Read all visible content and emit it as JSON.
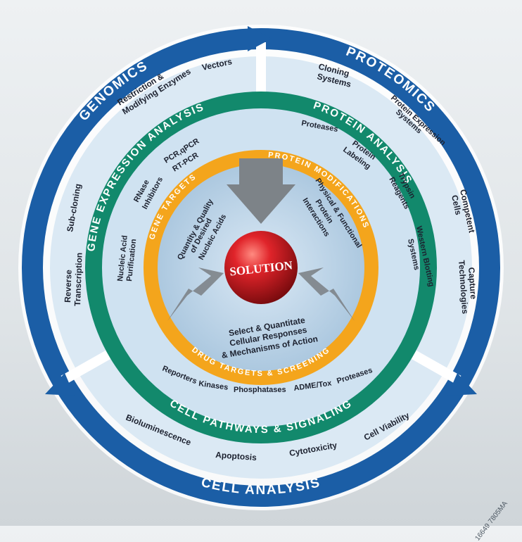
{
  "center": {
    "label": "SOLUTION"
  },
  "outer_ring": [
    {
      "label": "GENOMICS",
      "color": "#1b5ea6"
    },
    {
      "label": "PROTEOMICS",
      "color": "#1b5ea6"
    },
    {
      "label": "CELL ANALYSIS",
      "color": "#1b5ea6"
    }
  ],
  "middle_ring": [
    {
      "label": "GENE EXPRESSION ANALYSIS",
      "color": "#12896c"
    },
    {
      "label": "PROTEIN ANALYSIS",
      "color": "#12896c"
    },
    {
      "label": "CELL PATHWAYS & SIGNALING",
      "color": "#12896c"
    }
  ],
  "inner_ring": [
    {
      "label": "GENE TARGETS",
      "color": "#f4a51c"
    },
    {
      "label": "PROTEIN MODIFICATIONS",
      "color": "#f4a51c"
    },
    {
      "label": "DRUG TARGETS & SCREENING",
      "color": "#f4a51c"
    }
  ],
  "genomics_items": [
    "Vectors",
    "Restriction &",
    "Modifying Enzymes",
    "Sub-cloning",
    "Reverse",
    "Transcription"
  ],
  "gene_expression_items": [
    "PCR,qPCR",
    "RT-PCR",
    "RNase",
    "Inhibitors",
    "Nucleic Acid",
    "Purification"
  ],
  "gene_targets_text": [
    "Quantity & Quality",
    "of Desired",
    "Nucleic Acids"
  ],
  "proteomics_items": [
    "Cloning",
    "Systems",
    "Protein Expression",
    "Systems",
    "Competent",
    "Cells",
    "Capture",
    "Technologies"
  ],
  "protein_analysis_items": [
    "Proteases",
    "Protein",
    "Labeling",
    "Trypsin",
    "Reagents",
    "Western Blotting",
    "Systems"
  ],
  "protein_mod_text": [
    "Physical & Functional",
    "Protein",
    "Interactions"
  ],
  "drug_text": [
    "Select & Quantitate",
    "Cellular Responses",
    "& Mechanisms of Action"
  ],
  "cell_pathways_items": [
    "Reporters",
    "Kinases",
    "Phosphatases",
    "ADME/Tox",
    "Proteases"
  ],
  "cell_analysis_items": [
    "Bioluminescence",
    "Apoptosis",
    "Cytotoxicity",
    "Cell Viability"
  ],
  "catalog_code": "16649  7805MA",
  "colors": {
    "blue": "#1b5ea6",
    "green": "#12896c",
    "orange": "#f4a51c",
    "sphere": "#c8161d",
    "panel": "#eaf3fa",
    "arrow": "#7d8388"
  }
}
